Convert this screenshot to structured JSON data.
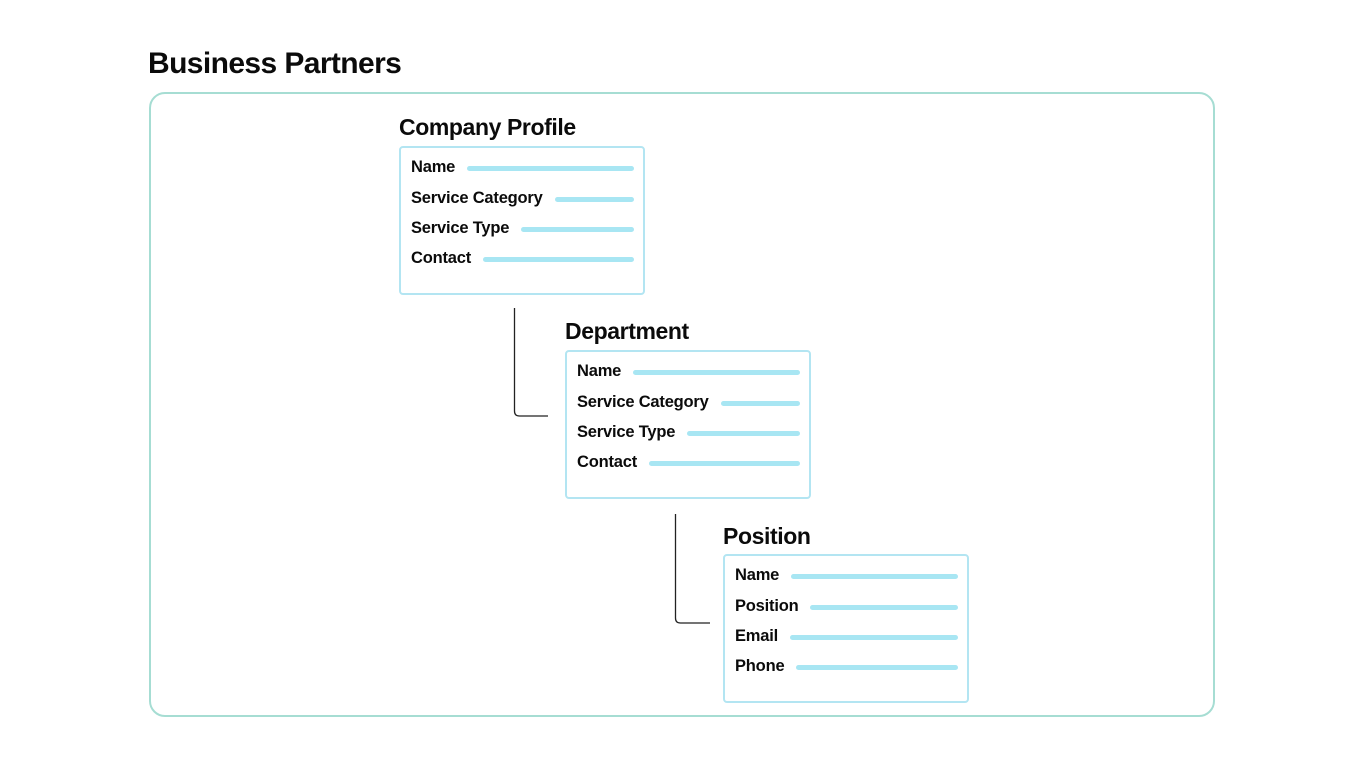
{
  "page": {
    "title": "Business Partners"
  },
  "diagram": {
    "company_profile": {
      "title": "Company Profile",
      "fields": [
        {
          "label": "Name"
        },
        {
          "label": "Service Category"
        },
        {
          "label": "Service Type"
        },
        {
          "label": "Contact"
        }
      ]
    },
    "department": {
      "title": "Department",
      "fields": [
        {
          "label": "Name"
        },
        {
          "label": "Service Category"
        },
        {
          "label": "Service Type"
        },
        {
          "label": "Contact"
        }
      ]
    },
    "position": {
      "title": "Position",
      "fields": [
        {
          "label": "Name"
        },
        {
          "label": "Position"
        },
        {
          "label": "Email"
        },
        {
          "label": "Phone"
        }
      ]
    }
  },
  "colors": {
    "frame_border": "#a6ddd3",
    "card_border": "#b3e5f2",
    "field_line": "#a8e6f3",
    "connector": "#222222"
  }
}
